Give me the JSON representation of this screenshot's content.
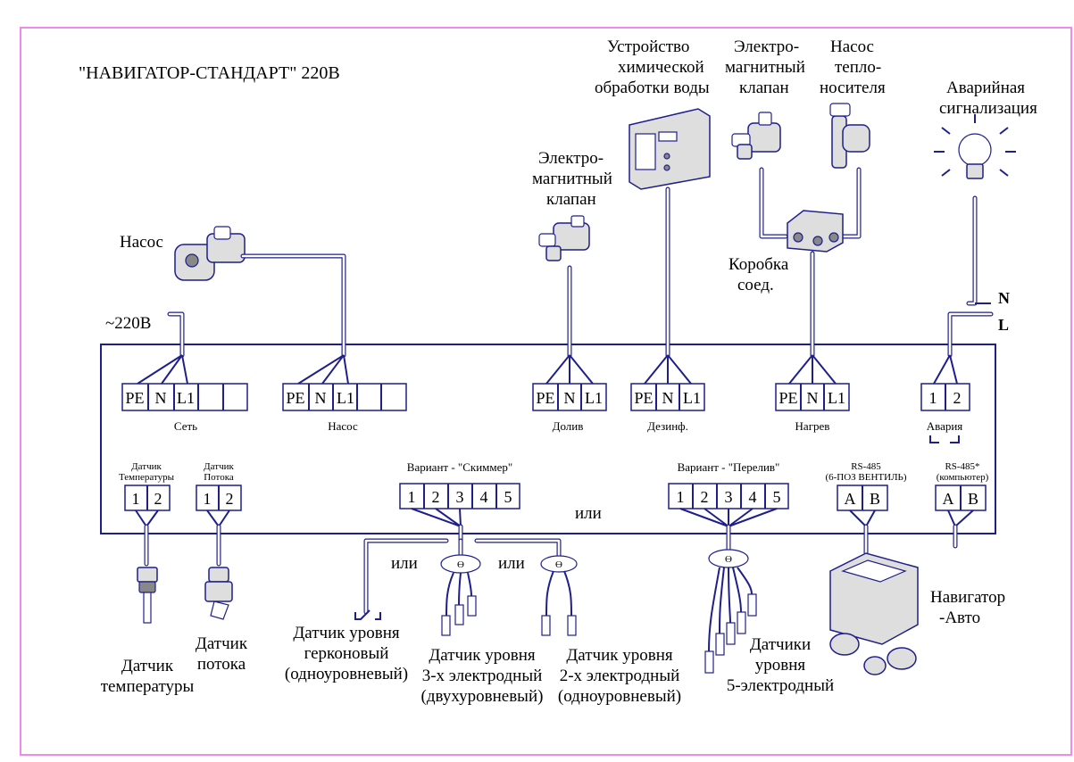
{
  "title": "\"НАВИГАТОР-СТАНДАРТ\" 220В",
  "supply": "~220В",
  "or_label": "или",
  "devices": {
    "pump": "Насос",
    "chem_unit": [
      "Устройство",
      "химической",
      "обработки воды"
    ],
    "valve_top": [
      "Электро-",
      "магнитный",
      "клапан"
    ],
    "heat_pump": [
      "Насос",
      "тепло-",
      "носителя"
    ],
    "alarm": [
      "Аварийная",
      "сигнализация"
    ],
    "valve_mid": [
      "Электро-",
      "магнитный",
      "клапан"
    ],
    "junction_box": [
      "Коробка",
      "соед."
    ],
    "navigator_auto": [
      "Навигатор",
      "-Авто"
    ],
    "n_label": "N",
    "l_label": "L"
  },
  "terminal_blocks": {
    "set": {
      "cells": [
        "PE",
        "N",
        "L1",
        "",
        ""
      ],
      "caption": "Сеть"
    },
    "nasos": {
      "cells": [
        "PE",
        "N",
        "L1",
        "",
        ""
      ],
      "caption": "Насос"
    },
    "doliv": {
      "cells": [
        "PE",
        "N",
        "L1"
      ],
      "caption": "Долив"
    },
    "dezinf": {
      "cells": [
        "PE",
        "N",
        "L1"
      ],
      "caption": "Дезинф."
    },
    "nagrev": {
      "cells": [
        "PE",
        "N",
        "L1"
      ],
      "caption": "Нагрев"
    },
    "avaria": {
      "cells": [
        "1",
        "2"
      ],
      "caption": "Авария"
    },
    "temp": {
      "cells": [
        "1",
        "2"
      ],
      "caption": [
        "Датчик",
        "Температуры"
      ]
    },
    "flow": {
      "cells": [
        "1",
        "2"
      ],
      "caption": [
        "Датчик",
        "Потока"
      ]
    },
    "skimmer": {
      "cells": [
        "1",
        "2",
        "3",
        "4",
        "5"
      ],
      "caption": "Вариант - \"Скиммер\""
    },
    "pereliv": {
      "cells": [
        "1",
        "2",
        "3",
        "4",
        "5"
      ],
      "caption": "Вариант - \"Перелив\""
    },
    "rs485_valve": {
      "cells": [
        "A",
        "B"
      ],
      "caption": [
        "RS-485",
        "(6-ПОЗ ВЕНТИЛЬ)"
      ]
    },
    "rs485_pc": {
      "cells": [
        "A",
        "B"
      ],
      "caption": [
        "RS-485*",
        "(компьютер)"
      ]
    }
  },
  "sensors": {
    "temp": [
      "Датчик",
      "температуры"
    ],
    "flow": [
      "Датчик",
      "потока"
    ],
    "reed": [
      "Датчик уровня",
      "герконовый",
      "(одноуровневый)"
    ],
    "three_el": [
      "Датчик уровня",
      "3-х электродный",
      "(двухуровневый)"
    ],
    "two_el": [
      "Датчик уровня",
      "2-х электродный",
      "(одноуровневый)"
    ],
    "five_el": [
      "Датчики",
      "уровня",
      "5-электродный"
    ]
  }
}
